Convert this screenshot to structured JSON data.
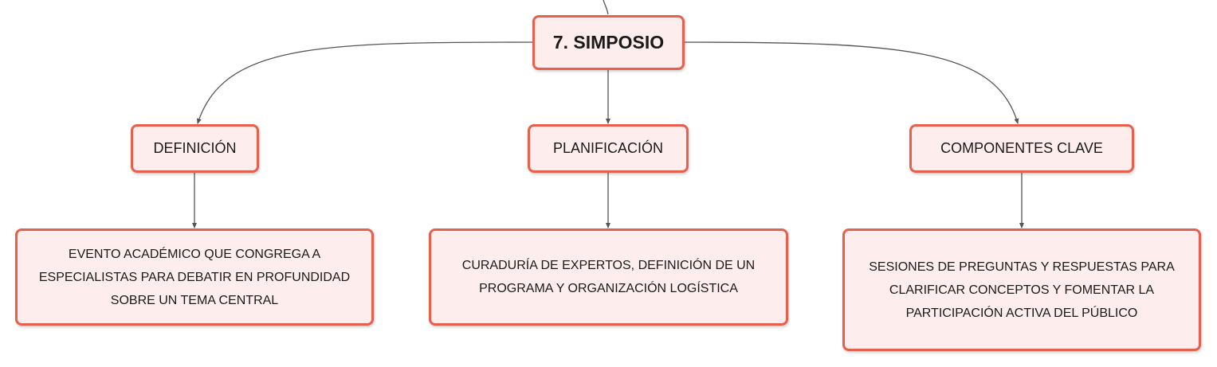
{
  "root": {
    "label": "7. SIMPOSIO"
  },
  "branches": [
    {
      "label": "DEFINICIÓN",
      "detail": "EVENTO ACADÉMICO QUE CONGREGA A ESPECIALISTAS PARA DEBATIR EN PROFUNDIDAD SOBRE UN TEMA CENTRAL"
    },
    {
      "label": "PLANIFICACIÓN",
      "detail": "CURADURÍA DE EXPERTOS, DEFINICIÓN DE UN PROGRAMA Y ORGANIZACIÓN LOGÍSTICA"
    },
    {
      "label": "COMPONENTES CLAVE",
      "detail": "SESIONES DE PREGUNTAS Y RESPUESTAS PARA CLARIFICAR CONCEPTOS Y FOMENTAR LA PARTICIPACIÓN ACTIVA DEL PÚBLICO"
    }
  ],
  "colors": {
    "node_fill": "#fdeeed",
    "node_border": "#e8604c",
    "connector": "#555555"
  }
}
